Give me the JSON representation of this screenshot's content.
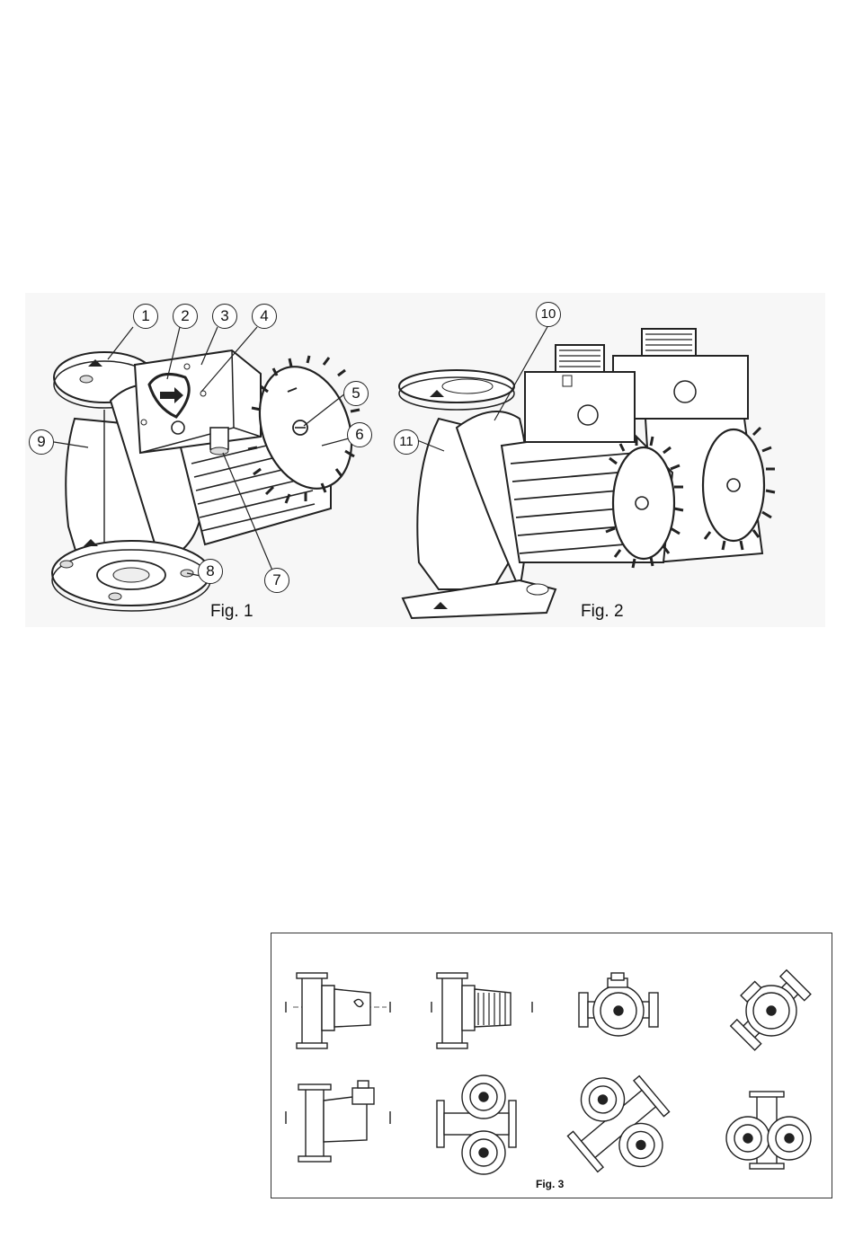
{
  "figures": {
    "fig1": {
      "caption": "Fig. 1",
      "callouts": [
        "1",
        "2",
        "3",
        "4",
        "5",
        "6",
        "7",
        "8",
        "9"
      ]
    },
    "fig2": {
      "caption": "Fig. 2",
      "callouts": [
        "10",
        "11"
      ]
    },
    "fig3": {
      "caption": "Fig. 3"
    }
  }
}
